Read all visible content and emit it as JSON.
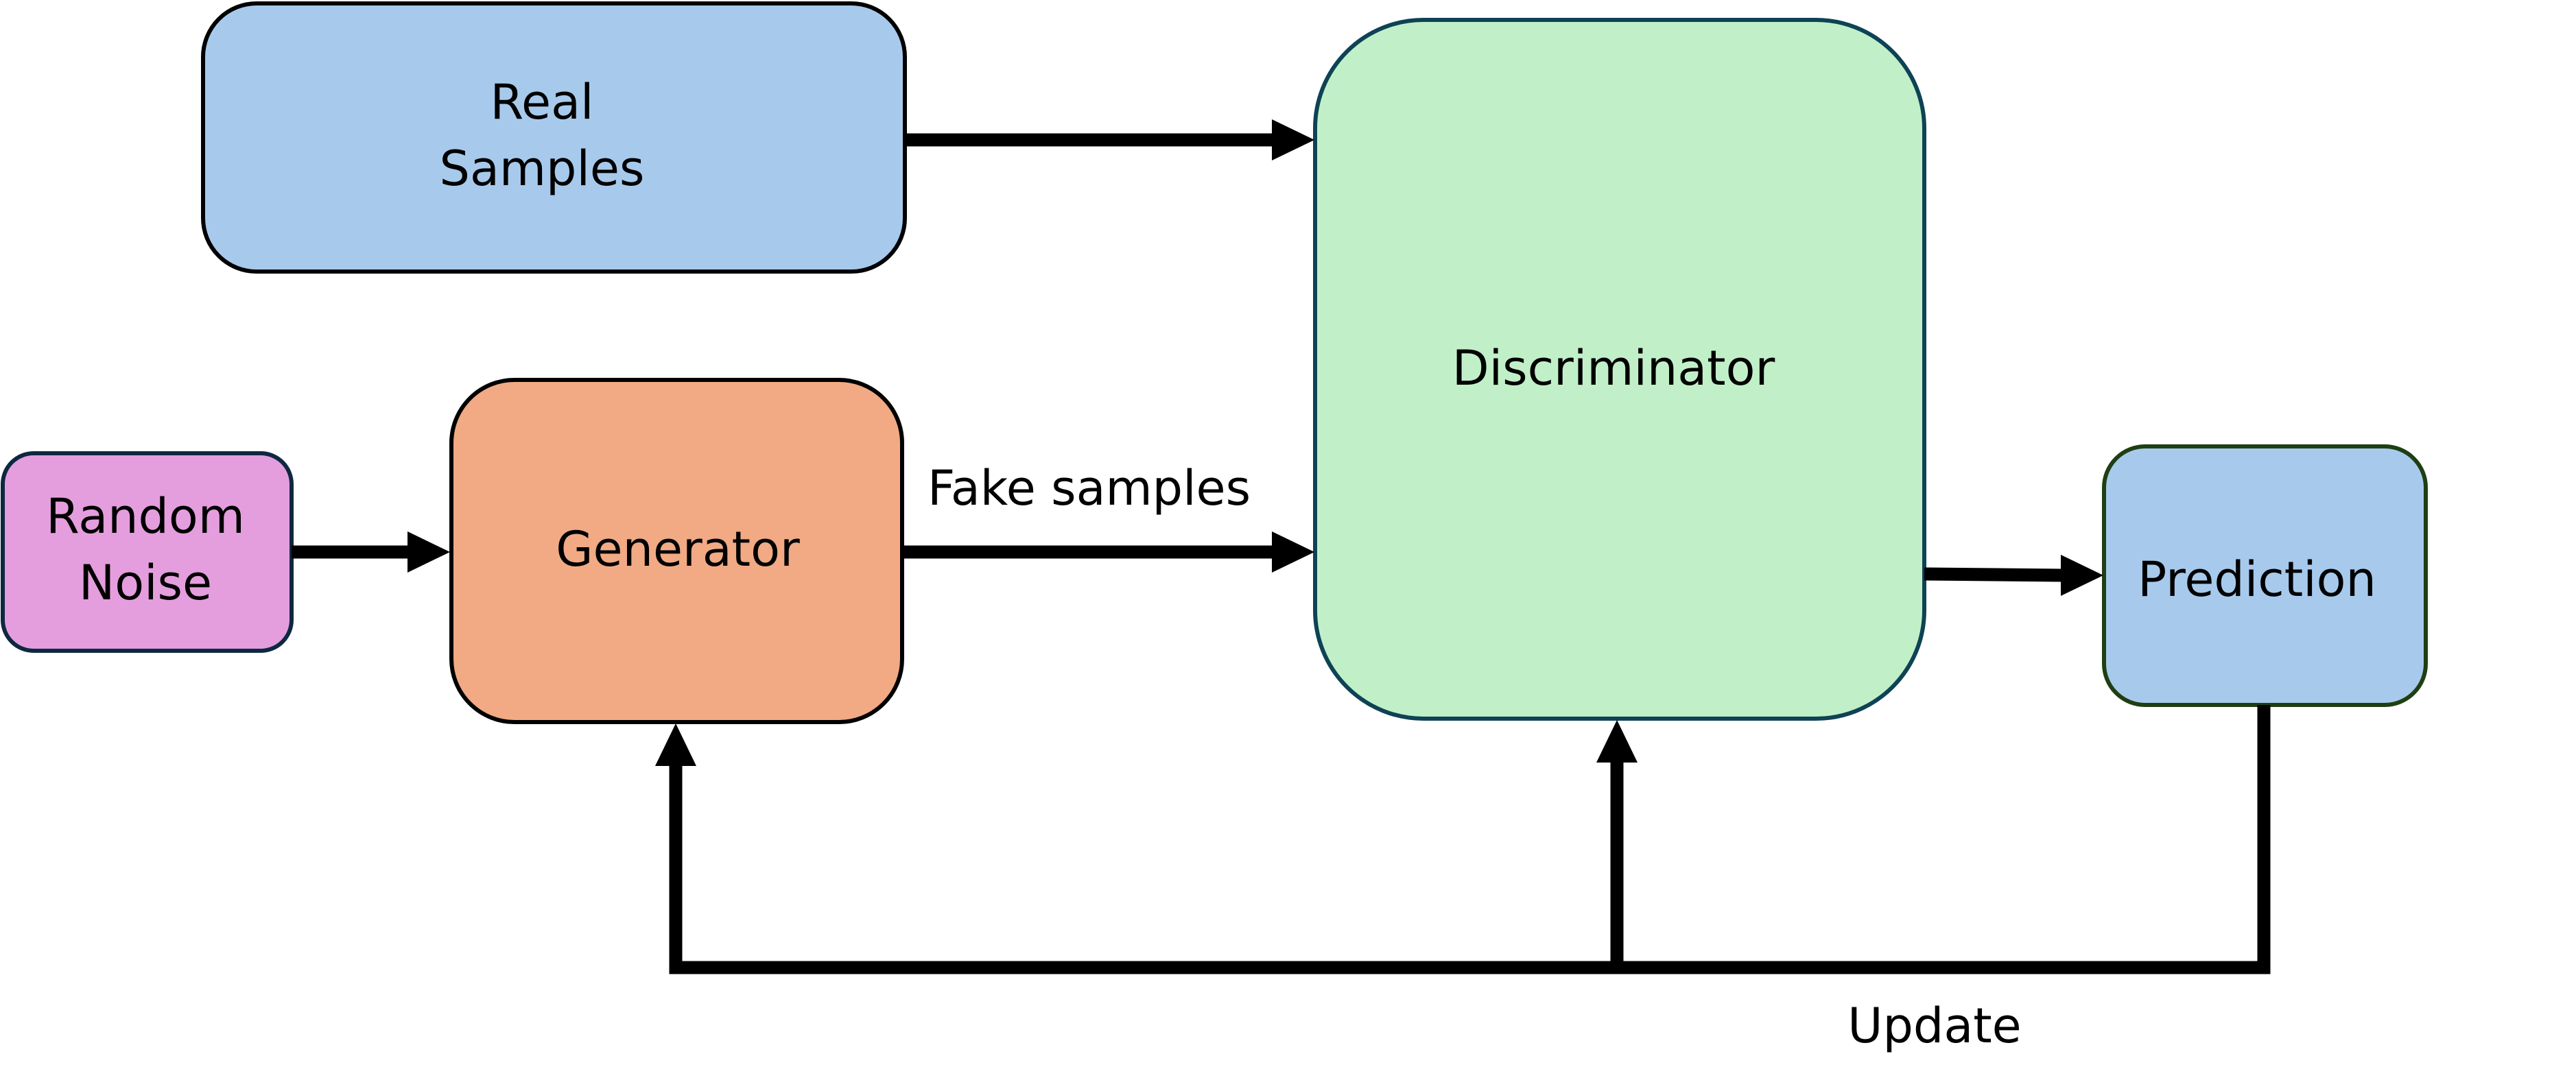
{
  "nodes": {
    "real_samples": {
      "line1": "Real",
      "line2": "Samples",
      "fill": "#a7caec",
      "stroke": "#000000"
    },
    "random_noise": {
      "line1": "Random",
      "line2": "Noise",
      "fill": "#e49edd",
      "stroke": "#0e2841"
    },
    "generator": {
      "label": "Generator",
      "fill": "#f1aa84",
      "stroke": "#000000"
    },
    "discriminator": {
      "label": "Discriminator",
      "fill": "#c1f0c8",
      "stroke": "#0e4255"
    },
    "prediction": {
      "label": "Prediction",
      "fill": "#a7caec",
      "stroke": "#1f3f13"
    }
  },
  "edge_labels": {
    "fake_samples": "Fake samples",
    "update": "Update"
  },
  "edges": [
    {
      "from": "real_samples",
      "to": "discriminator"
    },
    {
      "from": "random_noise",
      "to": "generator"
    },
    {
      "from": "generator",
      "to": "discriminator",
      "label": "Fake samples"
    },
    {
      "from": "discriminator",
      "to": "prediction"
    },
    {
      "from": "prediction",
      "to": "generator",
      "label": "Update"
    },
    {
      "from": "prediction",
      "to": "discriminator",
      "label": "Update"
    }
  ],
  "colors": {
    "connector": "#000000",
    "background": "#ffffff"
  }
}
